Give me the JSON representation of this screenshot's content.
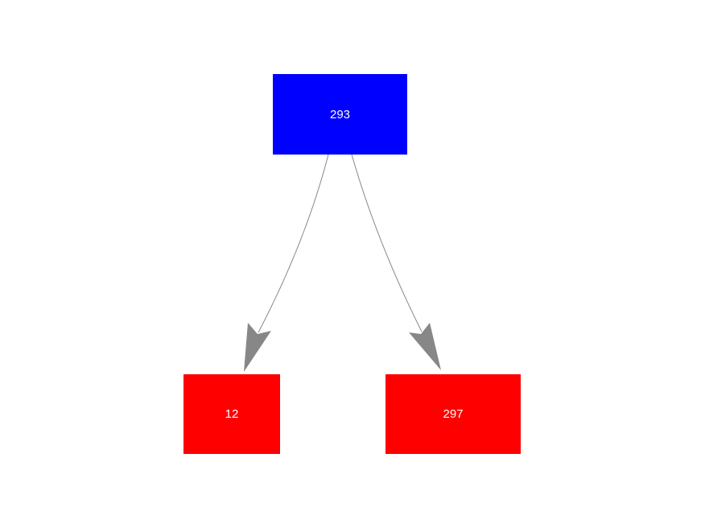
{
  "diagram": {
    "type": "tree",
    "background_color": "#ffffff",
    "edge_color": "#878787",
    "node_text_color": "#ffffff",
    "nodes": [
      {
        "id": "root",
        "label": "293",
        "color": "#0000ff"
      },
      {
        "id": "left-child",
        "label": "12",
        "color": "#ff0000"
      },
      {
        "id": "right-child",
        "label": "297",
        "color": "#ff0000"
      }
    ],
    "edges": [
      {
        "from": "293",
        "to": "12"
      },
      {
        "from": "293",
        "to": "297"
      }
    ]
  }
}
